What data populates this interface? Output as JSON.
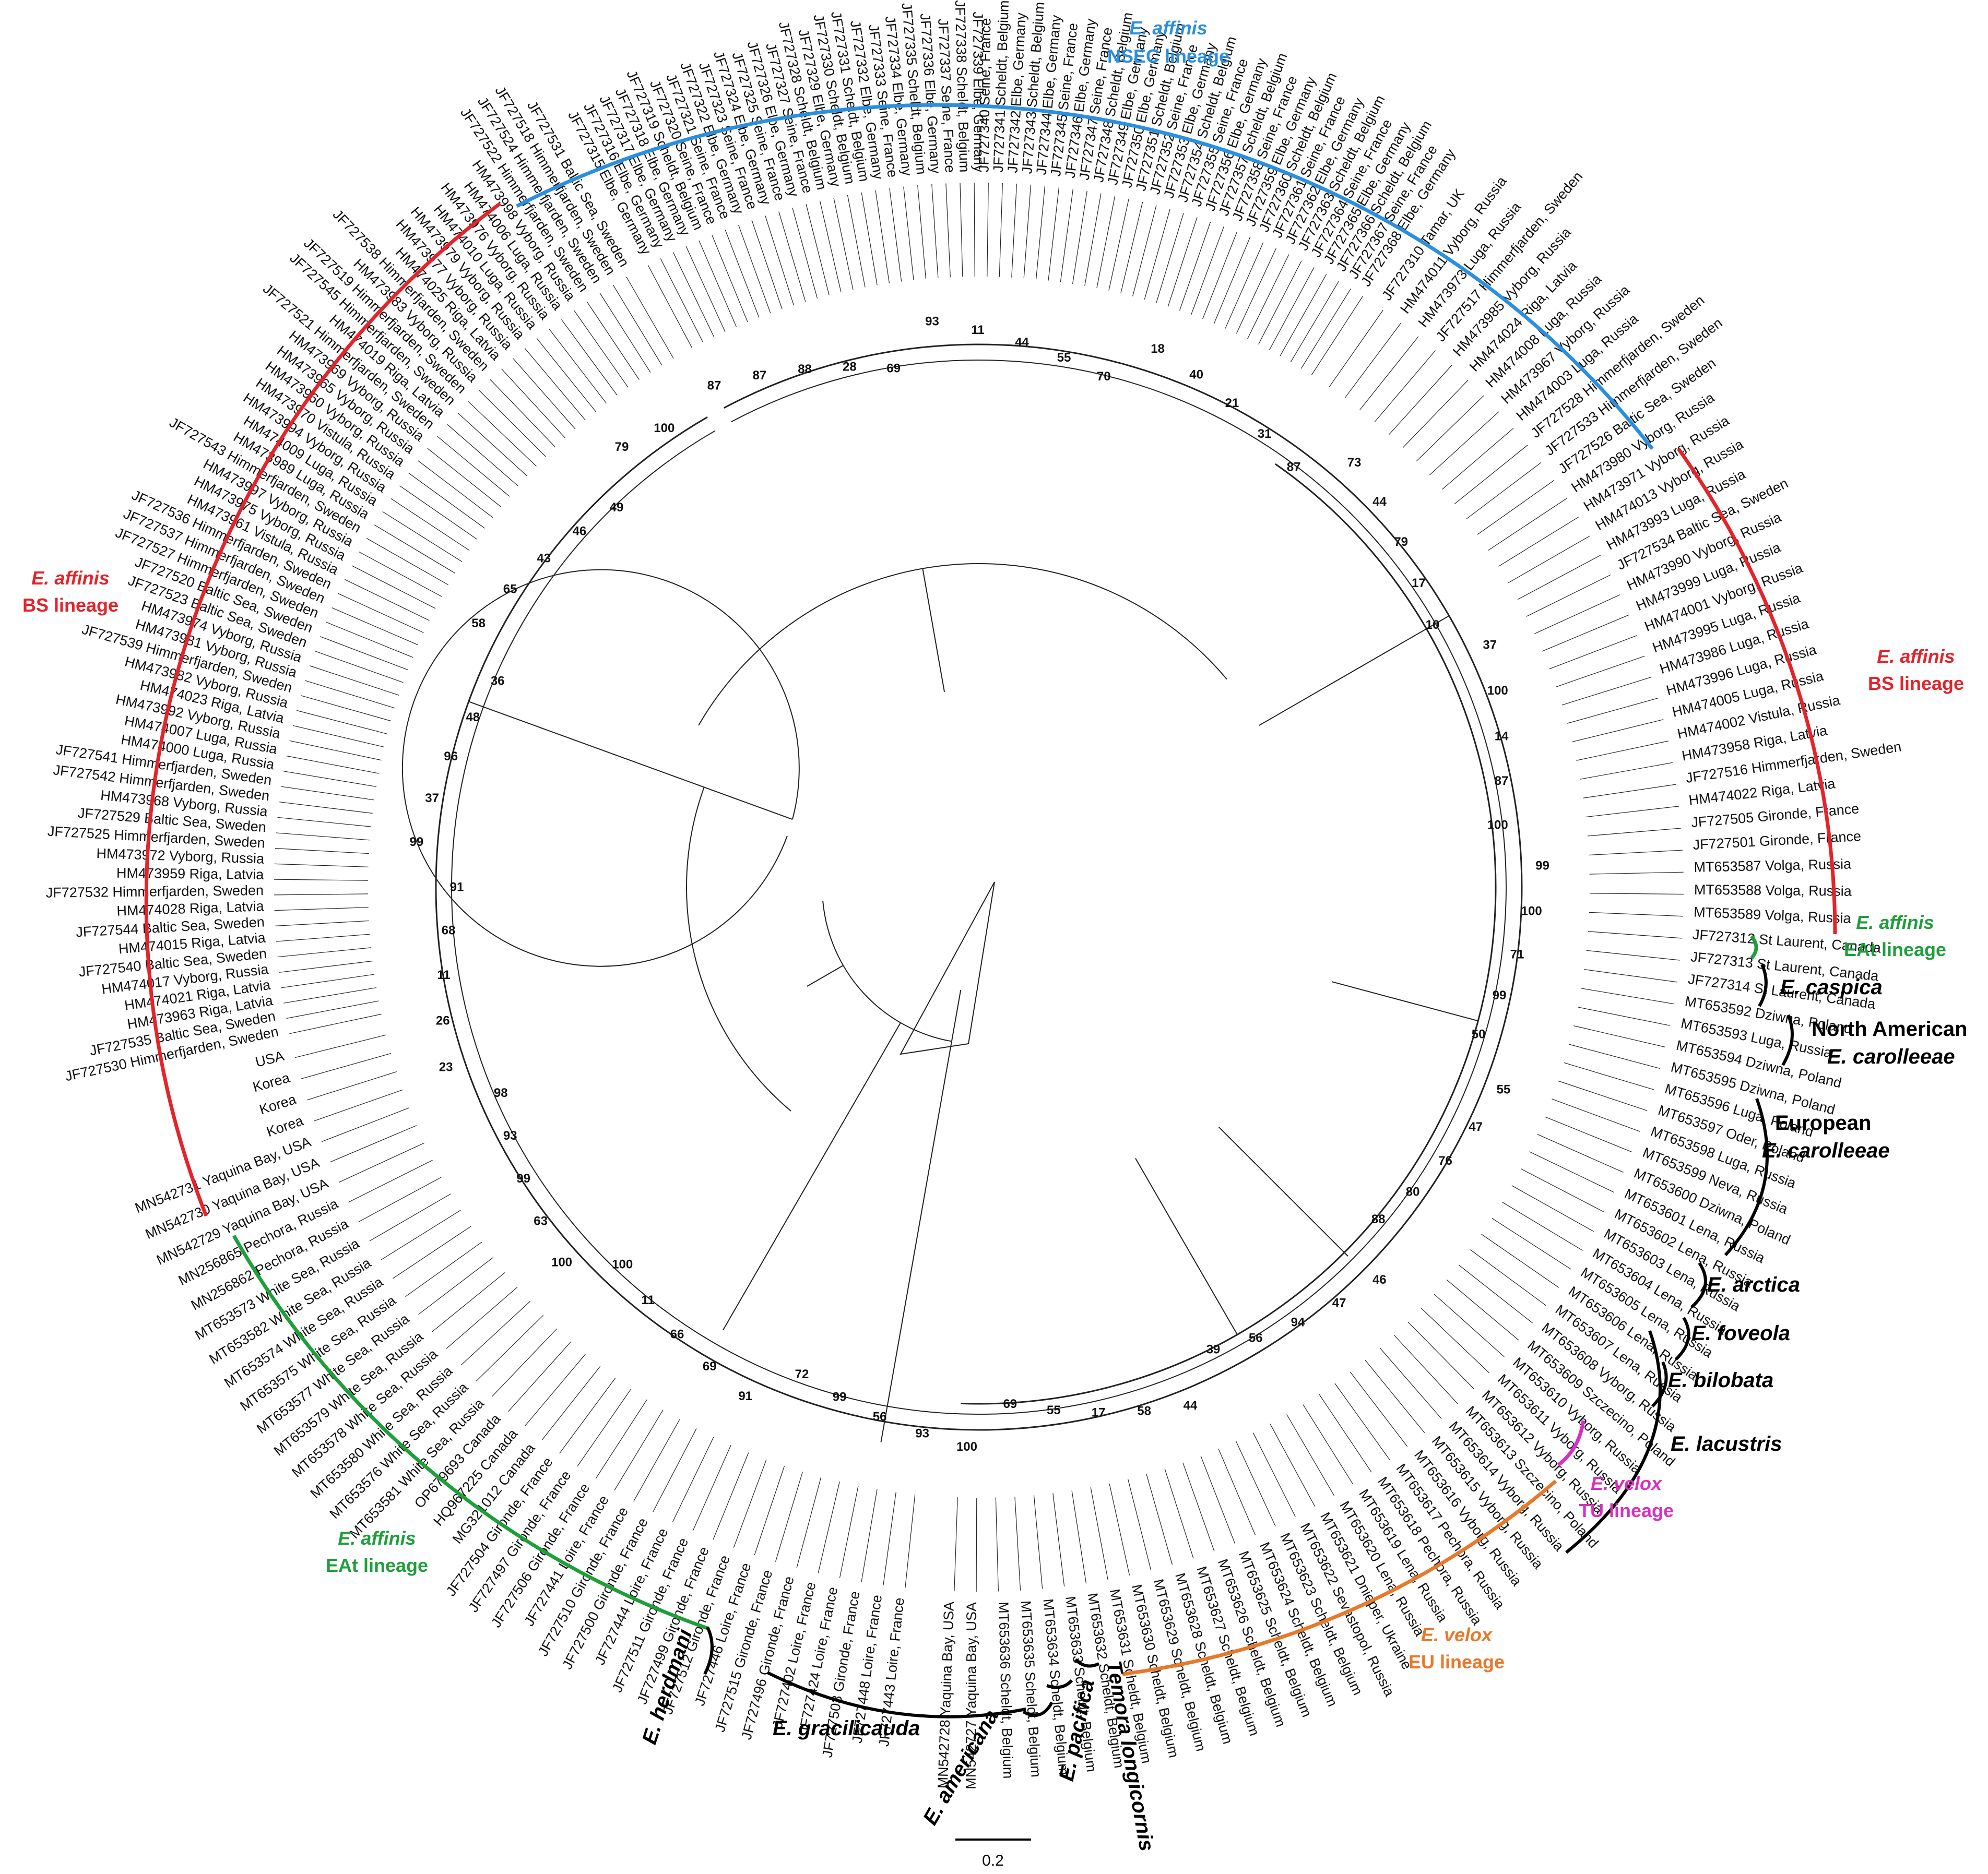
{
  "clades": [
    {
      "id": "nsec",
      "title": "E. affinis",
      "subtitle": "NSEC lineage",
      "color": "#2a8fe0"
    },
    {
      "id": "bs_left",
      "title": "E. affinis",
      "subtitle": "BS lineage",
      "color": "#e5232a"
    },
    {
      "id": "bs_right",
      "title": "E. affinis",
      "subtitle": "BS lineage",
      "color": "#e5232a"
    },
    {
      "id": "eat_left",
      "title": "E. affinis",
      "subtitle": "EAt lineage",
      "color": "#1f9e3c"
    },
    {
      "id": "eat_right",
      "title": "E. affinis",
      "subtitle": "EAt lineage",
      "color": "#1f9e3c"
    },
    {
      "id": "tu",
      "title": "E. velox",
      "subtitle": "TU lineage",
      "color": "#d92fc1"
    },
    {
      "id": "eu",
      "title": "E. velox",
      "subtitle": "EU lineage",
      "color": "#e8782a"
    }
  ],
  "species_labels": {
    "caspica": "E. caspica",
    "na_carolleeae_1": "North American",
    "na_carolleeae_2": "E. carolleeae",
    "eu_carolleeae_1": "European",
    "eu_carolleeae_2": "E. carolleeae",
    "arctica": "E. arctica",
    "foveola": "E. foveola",
    "bilobata": "E. bilobata",
    "lacustris": "E. lacustris",
    "herdmani": "E. herdmani",
    "gracilicauda": "E. gracilicauda",
    "americana": "E. americana",
    "pacifica": "E. pacifica",
    "temora": "Temora longicornis"
  },
  "scale_bar": {
    "label": "0.2"
  },
  "leaves_right": [
    "JF727310 Tamar, UK",
    "HM474011 Vyborg, Russia",
    "HM473973 Luga, Russia",
    "JF727517 Himmerfjarden, Sweden",
    "HM473985 Vyborg, Russia",
    "HM474024 Riga, Latvia",
    "HM474008 Luga, Russia",
    "HM473967 Vyborg, Russia",
    "HM474003 Luga, Russia",
    "JF727528 Himmerfjarden, Sweden",
    "JF727533 Himmerfjarden, Sweden",
    "JF727526 Baltic Sea, Sweden",
    "HM473980 Vyborg, Russia",
    "HM473971 Vyborg, Russia",
    "HM474013 Vyborg, Russia",
    "HM473993 Luga, Russia",
    "JF727534 Baltic Sea, Sweden",
    "HM473990 Vyborg, Russia",
    "HM473999 Luga, Russia",
    "HM474001 Vyborg, Russia",
    "HM473995 Luga, Russia",
    "HM473986 Luga, Russia",
    "HM473996 Luga, Russia",
    "HM474005 Luga, Russia",
    "HM474002 Vistula, Russia",
    "HM473958 Riga, Latvia",
    "JF727516 Himmerfjarden, Sweden",
    "HM474022 Riga, Latvia",
    "JF727505 Gironde, France",
    "JF727501 Gironde, France",
    "MT653587 Volga, Russia",
    "MT653588 Volga, Russia",
    "MT653589 Volga, Russia",
    "JF727312 St Laurent, Canada",
    "JF727313 St Laurent, Canada",
    "JF727314 St Laurent, Canada",
    "MT653592 Dziwna, Poland",
    "MT653593 Luga, Russia",
    "MT653594 Dziwna, Poland",
    "MT653595 Dziwna, Poland",
    "MT653596 Luga, Poland",
    "MT653597 Oder, Poland",
    "MT653598 Luga, Russia",
    "MT653599 Neva, Russia",
    "MT653600 Dziwna, Poland",
    "MT653601 Lena, Russia",
    "MT653602 Lena, Russia",
    "MT653603 Lena, Russia",
    "MT653604 Lena, Russia",
    "MT653605 Lena, Russia",
    "MT653606 Lena, Russia",
    "MT653607 Lena, Russia",
    "MT653608 Vyborg, Russia",
    "MT653609 Szczecino, Poland",
    "MT653610 Vyborg, Russia",
    "MT653611 Vyborg, Russia",
    "MT653612 Vyborg, Russia",
    "MT653613 Szczecino, Poland",
    "MT653614 Vyborg, Russia",
    "MT653615 Vyborg, Russia",
    "MT653616 Vyborg, Russia",
    "MT653617 Pechora, Russia",
    "MT653618 Pechora, Russia",
    "MT653619 Lena, Russia",
    "MT653620 Lena, Russia",
    "MT653621 Dnieper, Ukraine",
    "MT653622 Sevastopol, Russia",
    "MT653623 Scheldt, Belgium",
    "MT653624 Scheldt, Belgium",
    "MT653625 Scheldt, Belgium",
    "MT653626 Scheldt, Belgium",
    "MT653627 Scheldt, Belgium",
    "MT653628 Scheldt, Belgium",
    "MT653629 Scheldt, Belgium",
    "MT653630 Scheldt, Belgium",
    "MT653631 Scheldt, Belgium",
    "MT653632 Scheldt, Belgium",
    "MT653633 Scheldt, Belgium",
    "MT653634 Scheldt, Belgium",
    "MT653635 Scheldt, Belgium",
    "MT653636 Scheldt, Belgium",
    "MN542727 Yaquina Bay, USA",
    "MN542728 Yaquina Bay, USA"
  ],
  "leaves_top": [
    "JF727315 Elbe, Germany",
    "JF727316 Elbe, Germany",
    "JF727317 Elbe, Germany",
    "JF727318 Elbe, Germany",
    "JF727319 Scheldt, Belgium",
    "JF727320 Seine, France",
    "JF727321 Seine, France",
    "JF727322 Elbe, Germany",
    "JF727323 Seine, France",
    "JF727324 Elbe, Germany",
    "JF727325 Seine, France",
    "JF727326 Elbe, Germany",
    "JF727327 Seine, France",
    "JF727328 Scheldt, Belgium",
    "JF727329 Elbe, Germany",
    "JF727330 Scheldt, Belgium",
    "JF727331 Scheldt, Belgium",
    "JF727332 Elbe, Germany",
    "JF727333 Seine, France",
    "JF727334 Elbe, Germany",
    "JF727335 Scheldt, Belgium",
    "JF727336 Elbe, Germany",
    "JF727337 Seine, France",
    "JF727338 Scheldt, Belgium",
    "JF727339 Elbe, Germany",
    "JF727340 Seine, France",
    "JF727341 Scheldt, Belgium",
    "JF727342 Elbe, Germany",
    "JF727343 Scheldt, Belgium",
    "JF727344 Elbe, Germany",
    "JF727345 Seine, France",
    "JF727346 Elbe, Germany",
    "JF727347 Seine, France",
    "JF727348 Scheldt, Belgium",
    "JF727349 Elbe, Germany",
    "JF727350 Elbe, Germany",
    "JF727351 Scheldt, Belgium",
    "JF727352 Seine, France",
    "JF727353 Elbe, Germany",
    "JF727354 Scheldt, Belgium",
    "JF727355 Seine, France",
    "JF727356 Elbe, Germany",
    "JF727357 Scheldt, Belgium",
    "JF727358 Seine, France",
    "JF727359 Elbe, Germany",
    "JF727360 Scheldt, Belgium",
    "JF727361 Seine, France",
    "JF727362 Elbe, Germany",
    "JF727363 Scheldt, Belgium",
    "JF727364 Seine, France",
    "JF727365 Elbe, Germany",
    "JF727366 Scheldt, Belgium",
    "JF727367 Seine, France",
    "JF727368 Elbe, Germany"
  ],
  "leaves_left": [
    "JF727530 Himmerfjarden, Sweden",
    "JF727535 Baltic Sea, Sweden",
    "HM473963 Riga, Latvia",
    "HM474021 Riga, Latvia",
    "HM474017 Vyborg, Russia",
    "JF727540 Baltic Sea, Sweden",
    "HM474015 Riga, Latvia",
    "JF727544 Baltic Sea, Sweden",
    "HM474028 Riga, Latvia",
    "JF727532 Himmerfjarden, Sweden",
    "HM473959 Riga, Latvia",
    "HM473972 Vyborg, Russia",
    "JF727525 Himmerfjarden, Sweden",
    "JF727529 Baltic Sea, Sweden",
    "HM473968 Vyborg, Russia",
    "JF727542 Himmerfjarden, Sweden",
    "JF727541 Himmerfjarden, Sweden",
    "HM474000 Luga, Russia",
    "HM474007 Luga, Russia",
    "HM473992 Vyborg, Russia",
    "HM474023 Riga, Latvia",
    "HM473982 Vyborg, Russia",
    "JF727539 Himmerfjarden, Sweden",
    "HM473981 Vyborg, Russia",
    "HM473974 Vyborg, Russia",
    "JF727523 Baltic Sea, Sweden",
    "JF727520 Baltic Sea, Sweden",
    "JF727527 Himmerfjarden, Sweden",
    "JF727537 Himmerfjarden, Sweden",
    "JF727536 Himmerfjarden, Sweden",
    "HM473961 Vistula, Russia",
    "HM473975 Vyborg, Russia",
    "HM473997 Vyborg, Russia",
    "JF727543 Himmerfjarden, Sweden",
    "HM473989 Luga, Russia",
    "HM474009 Luga, Russia",
    "HM473994 Vyborg, Russia",
    "HM473970 Vistula, Russia",
    "HM473960 Vyborg, Russia",
    "HM473965 Vyborg, Russia",
    "HM473969 Vyborg, Russia",
    "JF727521 Himmerfjarden, Sweden",
    "HM474019 Riga, Latvia",
    "JF727545 Himmerfjarden, Sweden",
    "JF727519 Himmerfjarden, Sweden",
    "HM473983 Vyborg, Russia",
    "JF727538 Himmerfjarden, Sweden",
    "HM474025 Riga, Latvia",
    "HM473977 Vyborg, Russia",
    "HM473979 Vyborg, Russia",
    "HM474010 Luga, Russia",
    "HM473976 Vyborg, Russia",
    "HM474006 Luga, Russia",
    "HM473998 Vyborg, Russia",
    "JF727522 Himmerfjarden, Sweden",
    "JF727524 Himmerfjarden, Sweden",
    "JF727518 Himmerfjarden, Sweden",
    "JF727531 Baltic Sea, Sweden"
  ],
  "leaves_bottom_left": [
    "JF727443 Loire, France",
    "JF727448 Loire, France",
    "JF727503 Gironde, France",
    "JF727424 Loire, France",
    "JF727402 Loire, France",
    "JF727496 Gironde, France",
    "JF727515 Gironde, France",
    "JF727446 Loire, France",
    "JF727512 Gironde, France",
    "JF727499 Gironde, France",
    "JF727511 Gironde, France",
    "JF727444 Loire, France",
    "JF727500 Gironde, France",
    "JF727510 Gironde, France",
    "JF727441 Loire, France",
    "JF727506 Gironde, France",
    "JF727497 Gironde, France",
    "JF727504 Gironde, France",
    "MG321012 Canada",
    "HQ967225 Canada",
    "OP679693 Canada",
    "MT653581 White Sea, Russia",
    "MT653576 White Sea, Russia",
    "MT653580 White Sea, Russia",
    "MT653578 White Sea, Russia",
    "MT653579 White Sea, Russia",
    "MT653577 White Sea, Russia",
    "MT653575 White Sea, Russia",
    "MT653574 White Sea, Russia",
    "MT653582 White Sea, Russia",
    "MT653573 White Sea, Russia",
    "MN256862 Pechora, Russia",
    "MN256865 Pechora, Russia",
    "MN542729 Yaquina Bay, USA",
    "MN542730 Yaquina Bay, USA",
    "MN542731 Yaquina Bay, USA",
    "Korea",
    "Korea",
    "Korea",
    "USA"
  ],
  "bootstrap": [
    "87",
    "87",
    "88",
    "28",
    "69",
    "93",
    "11",
    "44",
    "55",
    "70",
    "18",
    "40",
    "21",
    "31",
    "87",
    "73",
    "44",
    "79",
    "17",
    "10",
    "37",
    "100",
    "14",
    "87",
    "100",
    "99",
    "100",
    "71",
    "99",
    "50",
    "55",
    "47",
    "76",
    "80",
    "88",
    "46",
    "47",
    "94",
    "56",
    "39",
    "44",
    "58",
    "17",
    "55",
    "69",
    "100",
    "93",
    "56",
    "99",
    "72",
    "91",
    "69",
    "66",
    "11",
    "100",
    "100",
    "63",
    "99",
    "93",
    "98",
    "23",
    "26",
    "11",
    "68",
    "91",
    "99",
    "37",
    "96",
    "48",
    "36",
    "58",
    "65",
    "43",
    "46",
    "49",
    "79",
    "100"
  ]
}
